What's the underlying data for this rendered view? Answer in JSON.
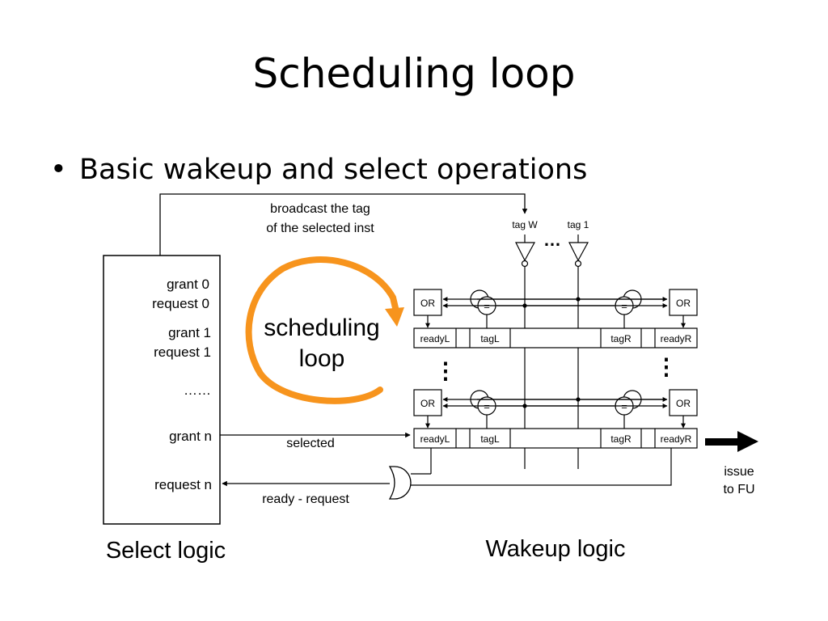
{
  "slide": {
    "title": "Scheduling loop",
    "bullet_symbol": "•",
    "bullet": "Basic wakeup and select operations"
  },
  "select_logic": {
    "caption": "Select logic",
    "labels": {
      "grant0": "grant 0",
      "request0": "request 0",
      "grant1": "grant 1",
      "request1": "request 1",
      "ellipsis": "……",
      "grantn": "grant n",
      "requestn": "request n"
    }
  },
  "annotations": {
    "broadcast_line1": "broadcast the tag",
    "broadcast_line2": "of the selected inst",
    "selected": "selected",
    "ready_request": "ready - request",
    "loop_line1": "scheduling",
    "loop_line2": "loop",
    "issue_line1": "issue",
    "issue_line2": "to FU"
  },
  "wakeup_logic": {
    "caption": "Wakeup logic",
    "tag_w": "tag W",
    "tag_1": "tag 1",
    "tag_ellipsis": "…",
    "row_ellipsis": "⋮",
    "gate_or": "OR",
    "comparator": "=",
    "fields": {
      "readyL": "readyL",
      "tagL": "tagL",
      "tagR": "tagR",
      "readyR": "readyR"
    }
  },
  "colors": {
    "loop_arrow": "#F7941D",
    "line": "#000000"
  }
}
